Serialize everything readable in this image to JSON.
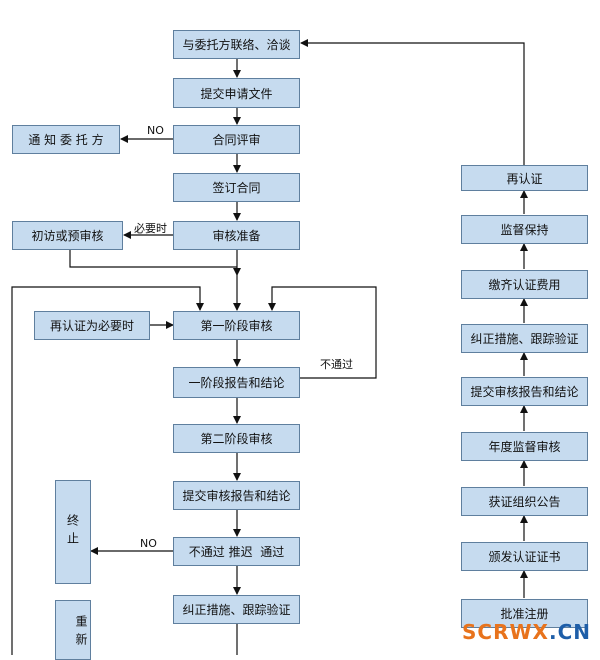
{
  "left_flow": {
    "liaison": "与委托方联络、洽谈",
    "submit_docs": "提交申请文件",
    "contract_review": "合同评审",
    "sign_contract": "签订合同",
    "audit_prep": "审核准备",
    "stage1_audit": "第一阶段审核",
    "stage1_report": "一阶段报告和结论",
    "stage2_audit": "第二阶段审核",
    "submit_report": "提交审核报告和结论",
    "decision": "不通过 推迟  通过",
    "corrective": "纠正措施、跟踪验证"
  },
  "side_boxes": {
    "notify_client": "通 知 委 托 方",
    "preliminary_visit": "初访或预审核",
    "recert_if_needed": "再认证为必要时",
    "terminate": "终止",
    "restart": "重新"
  },
  "right_flow": {
    "recertify": "再认证",
    "surveillance_maintain": "监督保持",
    "pay_fees": "缴齐认证费用",
    "corrective": "纠正措施、跟踪验证",
    "submit_report": "提交审核报告和结论",
    "annual_surveillance": "年度监督审核",
    "cert_announcement": "获证组织公告",
    "issue_cert": "颁发认证证书",
    "approve_registration": "批准注册"
  },
  "edge_labels": {
    "no_1": "NO",
    "when_needed": "必要时",
    "not_passed": "不通过",
    "no_2": "NO"
  },
  "watermark": {
    "text": "SCRWX",
    "suffix": ".CN",
    "color_main": "#e8731c",
    "color_suffix": "#1e5ea8"
  },
  "colors": {
    "box_fill": "#c6dbef",
    "box_border": "#5f7f9e",
    "line": "#111111"
  }
}
